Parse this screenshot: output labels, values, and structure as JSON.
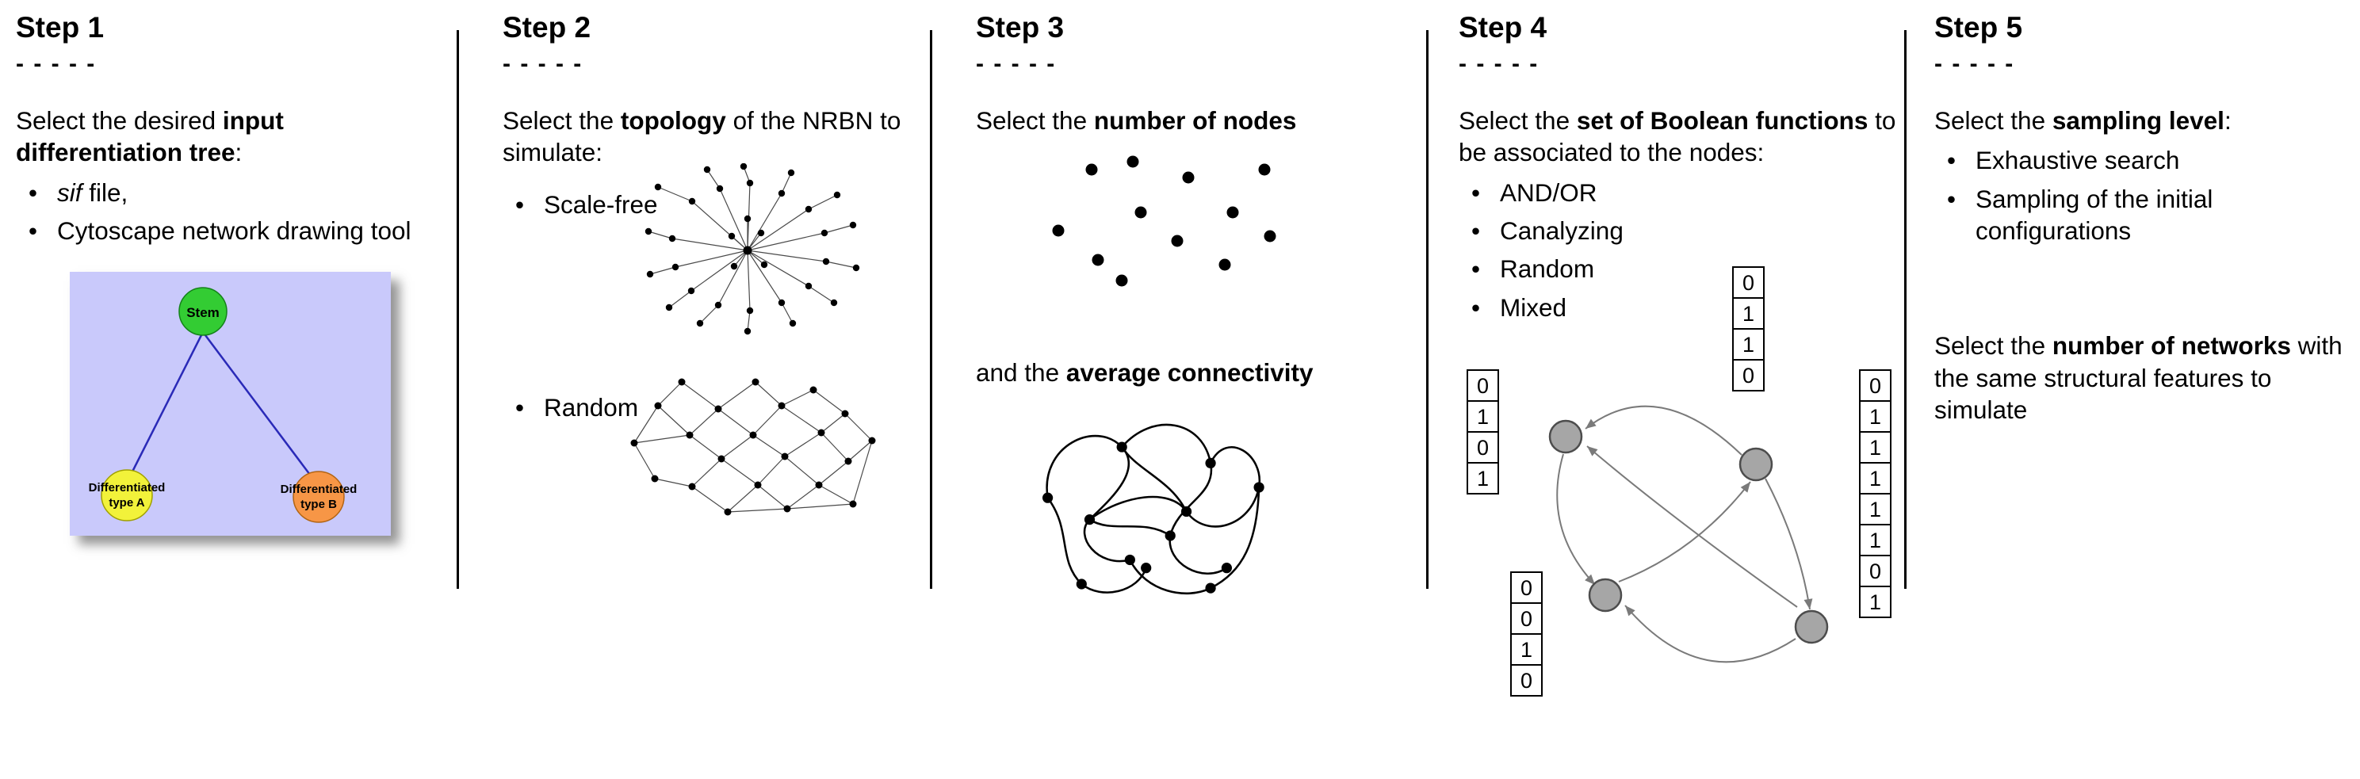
{
  "step1": {
    "title": "Step 1",
    "dashes": "- - - - -",
    "intro_pre": "Select the desired ",
    "intro_bold": "input differentiation tree",
    "intro_post": ":",
    "bullets": {
      "b1_italic": "sif",
      "b1_rest": " file,",
      "b2": "Cytoscape network drawing tool"
    },
    "tree": {
      "root_label": "Stem",
      "left_line1": "Differentiated",
      "left_line2": "type A",
      "right_line1": "Differentiated",
      "right_line2": "type B",
      "colors": {
        "background": "#c9c9fb",
        "root_fill": "#33cc33",
        "left_fill": "#f2f23a",
        "right_fill": "#f79646",
        "edge_stroke": "#2a2ab8"
      }
    }
  },
  "step2": {
    "title": "Step 2",
    "dashes": "- - - - -",
    "intro_pre": "Select the ",
    "intro_bold": "topology",
    "intro_post": " of the NRBN to simulate:",
    "bullets": {
      "b1": "Scale-free",
      "b2": "Random"
    }
  },
  "step3": {
    "title": "Step 3",
    "dashes": "- - - - -",
    "intro_pre": "Select the ",
    "intro_bold": "number of nodes",
    "intro_post": "",
    "mid_pre": "and the ",
    "mid_bold": "average connectivity"
  },
  "step4": {
    "title": "Step 4",
    "dashes": "- - - - -",
    "intro_pre": "Select the ",
    "intro_bold": "set of Boolean functions",
    "intro_post": " to be associated to the nodes:",
    "bullets": {
      "b1": "AND/OR",
      "b2": "Canalyzing",
      "b3": "Random",
      "b4": "Mixed"
    },
    "tables": {
      "left": [
        "0",
        "1",
        "0",
        "1"
      ],
      "top": [
        "0",
        "1",
        "1",
        "0"
      ],
      "bottom": [
        "0",
        "0",
        "1",
        "0"
      ],
      "right": [
        "0",
        "1",
        "1",
        "1",
        "1",
        "1",
        "0",
        "1"
      ]
    },
    "colors": {
      "node_fill": "#a6a6a6",
      "node_stroke": "#4d4d4d",
      "arrow": "#7a7a7a"
    }
  },
  "step5": {
    "title": "Step 5",
    "dashes": "- - - - -",
    "intro_pre": "Select the ",
    "intro_bold": "sampling level",
    "intro_post": ":",
    "bullets": {
      "b1": "Exhaustive search",
      "b2": "Sampling of the initial configurations"
    },
    "second_pre": "Select the ",
    "second_bold": "number of networks",
    "second_post": " with the same structural features to simulate"
  }
}
